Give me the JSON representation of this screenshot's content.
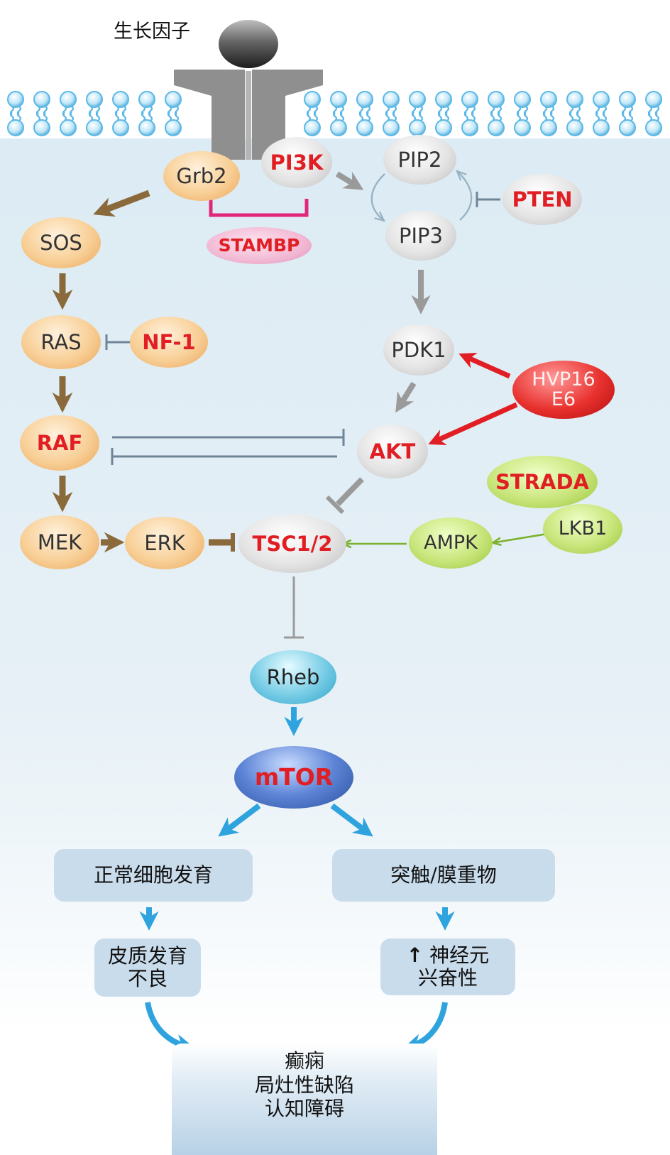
{
  "title": "生长因子",
  "nodes": {
    "grb2": "Grb2",
    "pi3k": "PI3K",
    "pip2": "PIP2",
    "pip3": "PIP3",
    "pten": "PTEN",
    "stambp": "STAMBP",
    "sos": "SOS",
    "ras": "RAS",
    "nf1": "NF-1",
    "raf": "RAF",
    "mek": "MEK",
    "erk": "ERK",
    "pdk1": "PDK1",
    "hvp16_line1": "HVP16",
    "hvp16_line2": "E6",
    "akt": "AKT",
    "strada": "STRADA",
    "lkb1": "LKB1",
    "ampk": "AMPK",
    "tsc": "TSC1/2",
    "rheb": "Rheb",
    "mtor": "mTOR"
  },
  "outcomes": {
    "normal_dev": "正常细胞发育",
    "synapse": "突触/膜重物",
    "cortex_line1": "皮质发育",
    "cortex_line2": "不良",
    "neuron_arrow": "↑",
    "neuron_line1": "神经元",
    "neuron_line2": "兴奋性",
    "final_line1": "癫痫",
    "final_line2": "局灶性缺陷",
    "final_line3": "认知障碍"
  },
  "colors": {
    "membrane": "#5ab8e6",
    "brown_arrow": "#8a6a3a",
    "gray_arrow": "#9a9a9a",
    "red_arrow": "#e01e24",
    "green_arrow": "#7bb02a",
    "blue_arrow": "#2ea3dd",
    "magenta": "#e0287a",
    "red_label": "#e01e24"
  }
}
